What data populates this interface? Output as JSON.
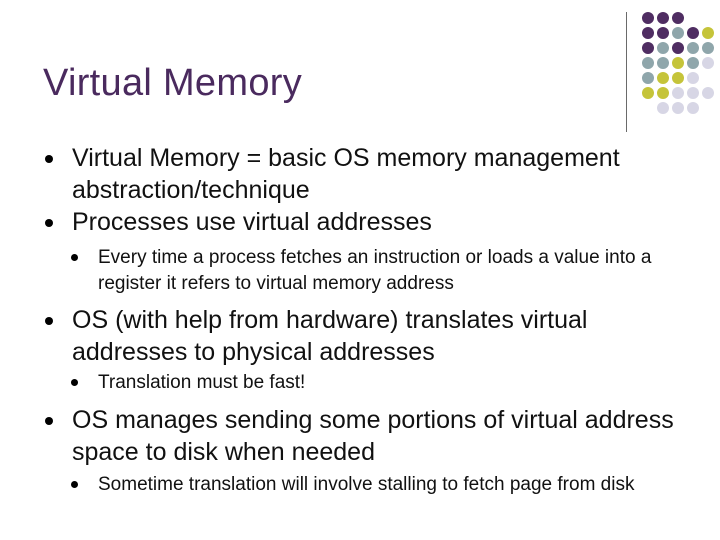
{
  "slide": {
    "title": "Virtual Memory",
    "bullets": [
      {
        "text": "Virtual Memory =  basic OS memory management abstraction/technique"
      },
      {
        "text": "Processes use virtual addresses"
      },
      {
        "text": "Every time a process fetches an instruction or loads a value into a register it refers to virtual memory address"
      },
      {
        "text": "OS (with help from hardware) translates virtual addresses to physical addresses"
      },
      {
        "text": "Translation must be fast!"
      },
      {
        "text": "OS manages sending some portions of virtual address space to disk when needed"
      },
      {
        "text": "Sometime translation will involve stalling to fetch page from disk"
      }
    ]
  },
  "colors": {
    "title": "#4a2a5e",
    "dot_purple": "#4f2d62",
    "dot_teal": "#8fa6ab",
    "dot_olive": "#c5c43a",
    "dot_lavender": "#d7d6e5"
  }
}
